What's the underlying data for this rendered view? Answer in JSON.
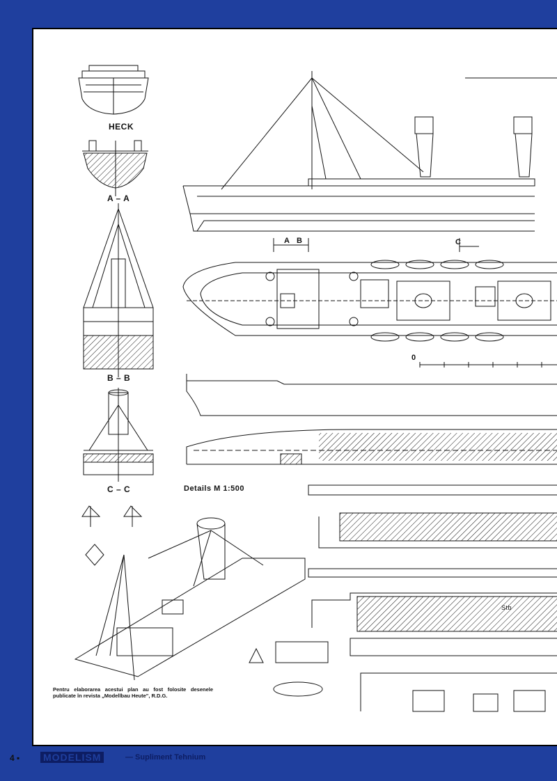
{
  "labels": {
    "stern_view": "HECK",
    "section_aa": "A – A",
    "section_bb": "B – B",
    "section_cc": "C – C",
    "details_title": "Details M 1:500",
    "marker_a": "A",
    "marker_b": "B",
    "marker_c": "C",
    "scale_zero": "0",
    "stb": "Stb"
  },
  "note": {
    "text": "Pentru elaborarea acestui plan au fost folosite desenele publicate în revista „Modellbau Heute\", R.D.G."
  },
  "footer": {
    "page": "4 ▪",
    "brand": "MODELISM",
    "supplement": "— Supliment Tehnium"
  },
  "colors": {
    "page_background": "#1f3f9e",
    "sheet": "#ffffff",
    "ink": "#111111"
  }
}
